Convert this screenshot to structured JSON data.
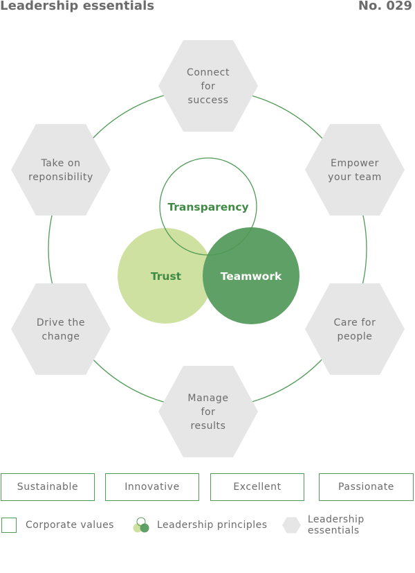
{
  "header": {
    "title": "Leadership essentials",
    "number": "No. 029"
  },
  "colors": {
    "ring": "#4f9a54",
    "hexagon": "#e6e6e6",
    "transparency_stroke": "#4f9a54",
    "trust_fill": "#cfe1a1",
    "teamwork_fill": "#5fa066",
    "text_gray": "#6b6b6b",
    "green_text": "#3f8a44"
  },
  "essentials": [
    {
      "lines": [
        "Connect",
        "for",
        "success"
      ]
    },
    {
      "lines": [
        "Empower",
        "your team"
      ]
    },
    {
      "lines": [
        "Care for",
        "people"
      ]
    },
    {
      "lines": [
        "Manage",
        "for",
        "results"
      ]
    },
    {
      "lines": [
        "Drive the",
        "change"
      ]
    },
    {
      "lines": [
        "Take on",
        "reponsibility"
      ]
    }
  ],
  "principles": {
    "transparency": "Transparency",
    "trust": "Trust",
    "teamwork": "Teamwork"
  },
  "values": [
    "Sustainable",
    "Innovative",
    "Excellent",
    "Passionate"
  ],
  "legend": {
    "corporate_values": "Corporate values",
    "leadership_principles": "Leadership principles",
    "leadership_essentials": "Leadership essentials"
  }
}
